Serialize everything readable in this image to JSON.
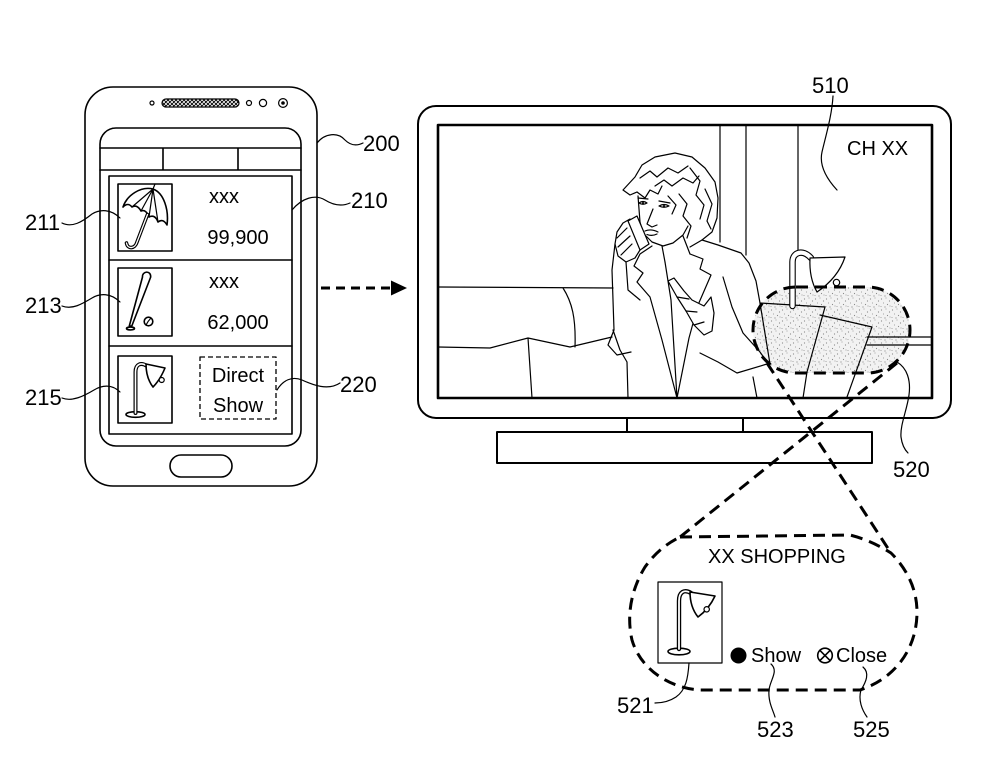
{
  "colors": {
    "ink": "#000000",
    "background": "#ffffff",
    "stipple": "#8a8a8a"
  },
  "phone": {
    "ref": "200",
    "tabs": [
      {
        "label": ""
      },
      {
        "label": ""
      },
      {
        "label": ""
      }
    ],
    "product_list": {
      "ref": "210",
      "items": [
        {
          "ref": "211",
          "icon": "umbrella-icon",
          "name": "xxx",
          "price": "99,900"
        },
        {
          "ref": "213",
          "icon": "baseball-bat-and-ball-icon",
          "name": "xxx",
          "price": "62,000"
        },
        {
          "ref": "215",
          "icon": "desk-lamp-icon",
          "action": {
            "ref": "220",
            "label_lines": [
              "Direct",
              "Show"
            ]
          }
        }
      ]
    }
  },
  "transfer_arrow": {
    "icon": "dashed-arrow-right-icon"
  },
  "tv": {
    "screen": {
      "ref": "510",
      "channel_label": "CH XX",
      "scene": [
        "woman-on-phone",
        "sofa",
        "window-frame",
        "desk-lamp",
        "cushions"
      ]
    },
    "highlight": {
      "ref": "520",
      "object": "desk-lamp"
    },
    "popup": {
      "title": "XX SHOPPING",
      "product": {
        "ref": "521",
        "icon": "desk-lamp-icon"
      },
      "show_button": {
        "ref": "523",
        "icon": "filled-circle-icon",
        "label": "Show"
      },
      "close_button": {
        "ref": "525",
        "icon": "circled-x-icon",
        "label": "Close"
      }
    }
  }
}
